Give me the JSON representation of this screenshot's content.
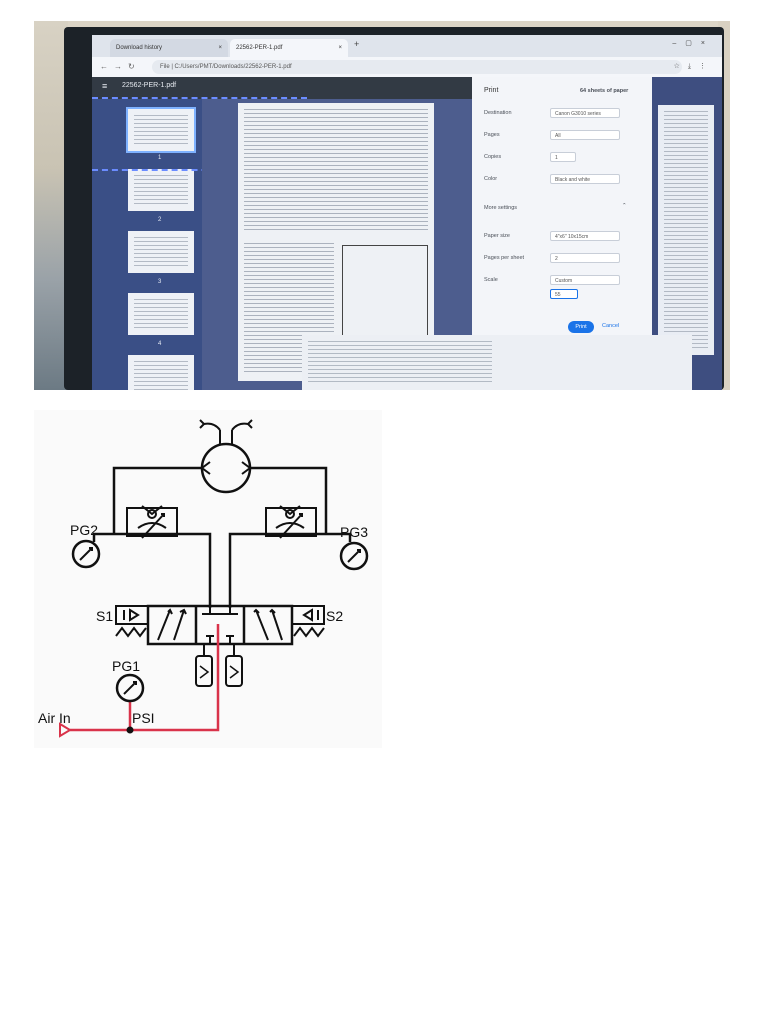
{
  "browser": {
    "tabs": [
      {
        "label": "Download history"
      },
      {
        "label": "22562-PER-1.pdf"
      }
    ],
    "new_tab": "+",
    "address": "File | C:/Users/PMT/Downloads/22562-PER-1.pdf"
  },
  "pdf_viewer": {
    "file_name": "22562-PER-1.pdf",
    "page_numbers": [
      "1",
      "2",
      "3",
      "4"
    ]
  },
  "print_panel": {
    "title": "Print",
    "sheets": "64 sheets of paper",
    "destination_label": "Destination",
    "destination_value": "Canon G3010 series",
    "pages_label": "Pages",
    "pages_value": "All",
    "copies_label": "Copies",
    "copies_value": "1",
    "color_label": "Color",
    "color_value": "Black and white",
    "more_settings": "More settings",
    "paper_size_label": "Paper size",
    "paper_size_value": "4\"x6\" 10x15cm",
    "pages_per_sheet_label": "Pages per sheet",
    "pages_per_sheet_value": "2",
    "scale_label": "Scale",
    "scale_value": "Custom",
    "scale_input": "55",
    "print_button": "Print",
    "cancel_button": "Cancel"
  },
  "schematic": {
    "labels": {
      "pg1": "PG1",
      "pg2": "PG2",
      "pg3": "PG3",
      "s1": "S1",
      "s2": "S2",
      "air_in": "Air In",
      "psi": "PSI"
    },
    "colors": {
      "line": "#111111",
      "supply": "#d9334a"
    }
  }
}
